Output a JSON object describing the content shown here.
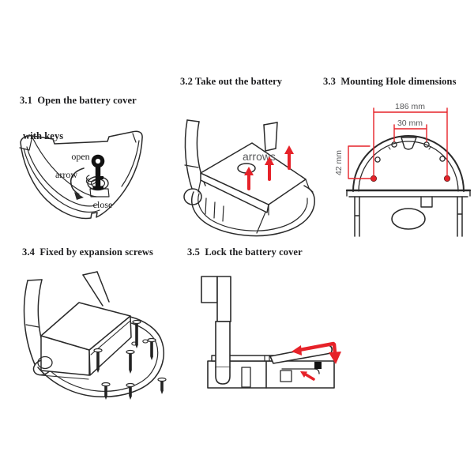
{
  "colors": {
    "line": "#2a2a2a",
    "arrow_red": "#e62229",
    "dim_text": "#58595b",
    "key_black": "#111111"
  },
  "sections": {
    "s31": {
      "heading_line1": "3.1  Open the battery cover",
      "heading_line2": "with keys",
      "label_open": "open",
      "label_arrow": "arrow",
      "label_close": "close"
    },
    "s32": {
      "heading": "3.2 Take out the battery",
      "label_arrows": "arrows"
    },
    "s33": {
      "heading": "3.3  Mounting Hole dimensions",
      "dim_outer": "186 mm",
      "dim_inner": "30 mm",
      "dim_vertical": "42 mm"
    },
    "s34": {
      "heading": "3.4  Fixed by expansion screws"
    },
    "s35": {
      "heading": "3.5  Lock the battery cover"
    }
  }
}
